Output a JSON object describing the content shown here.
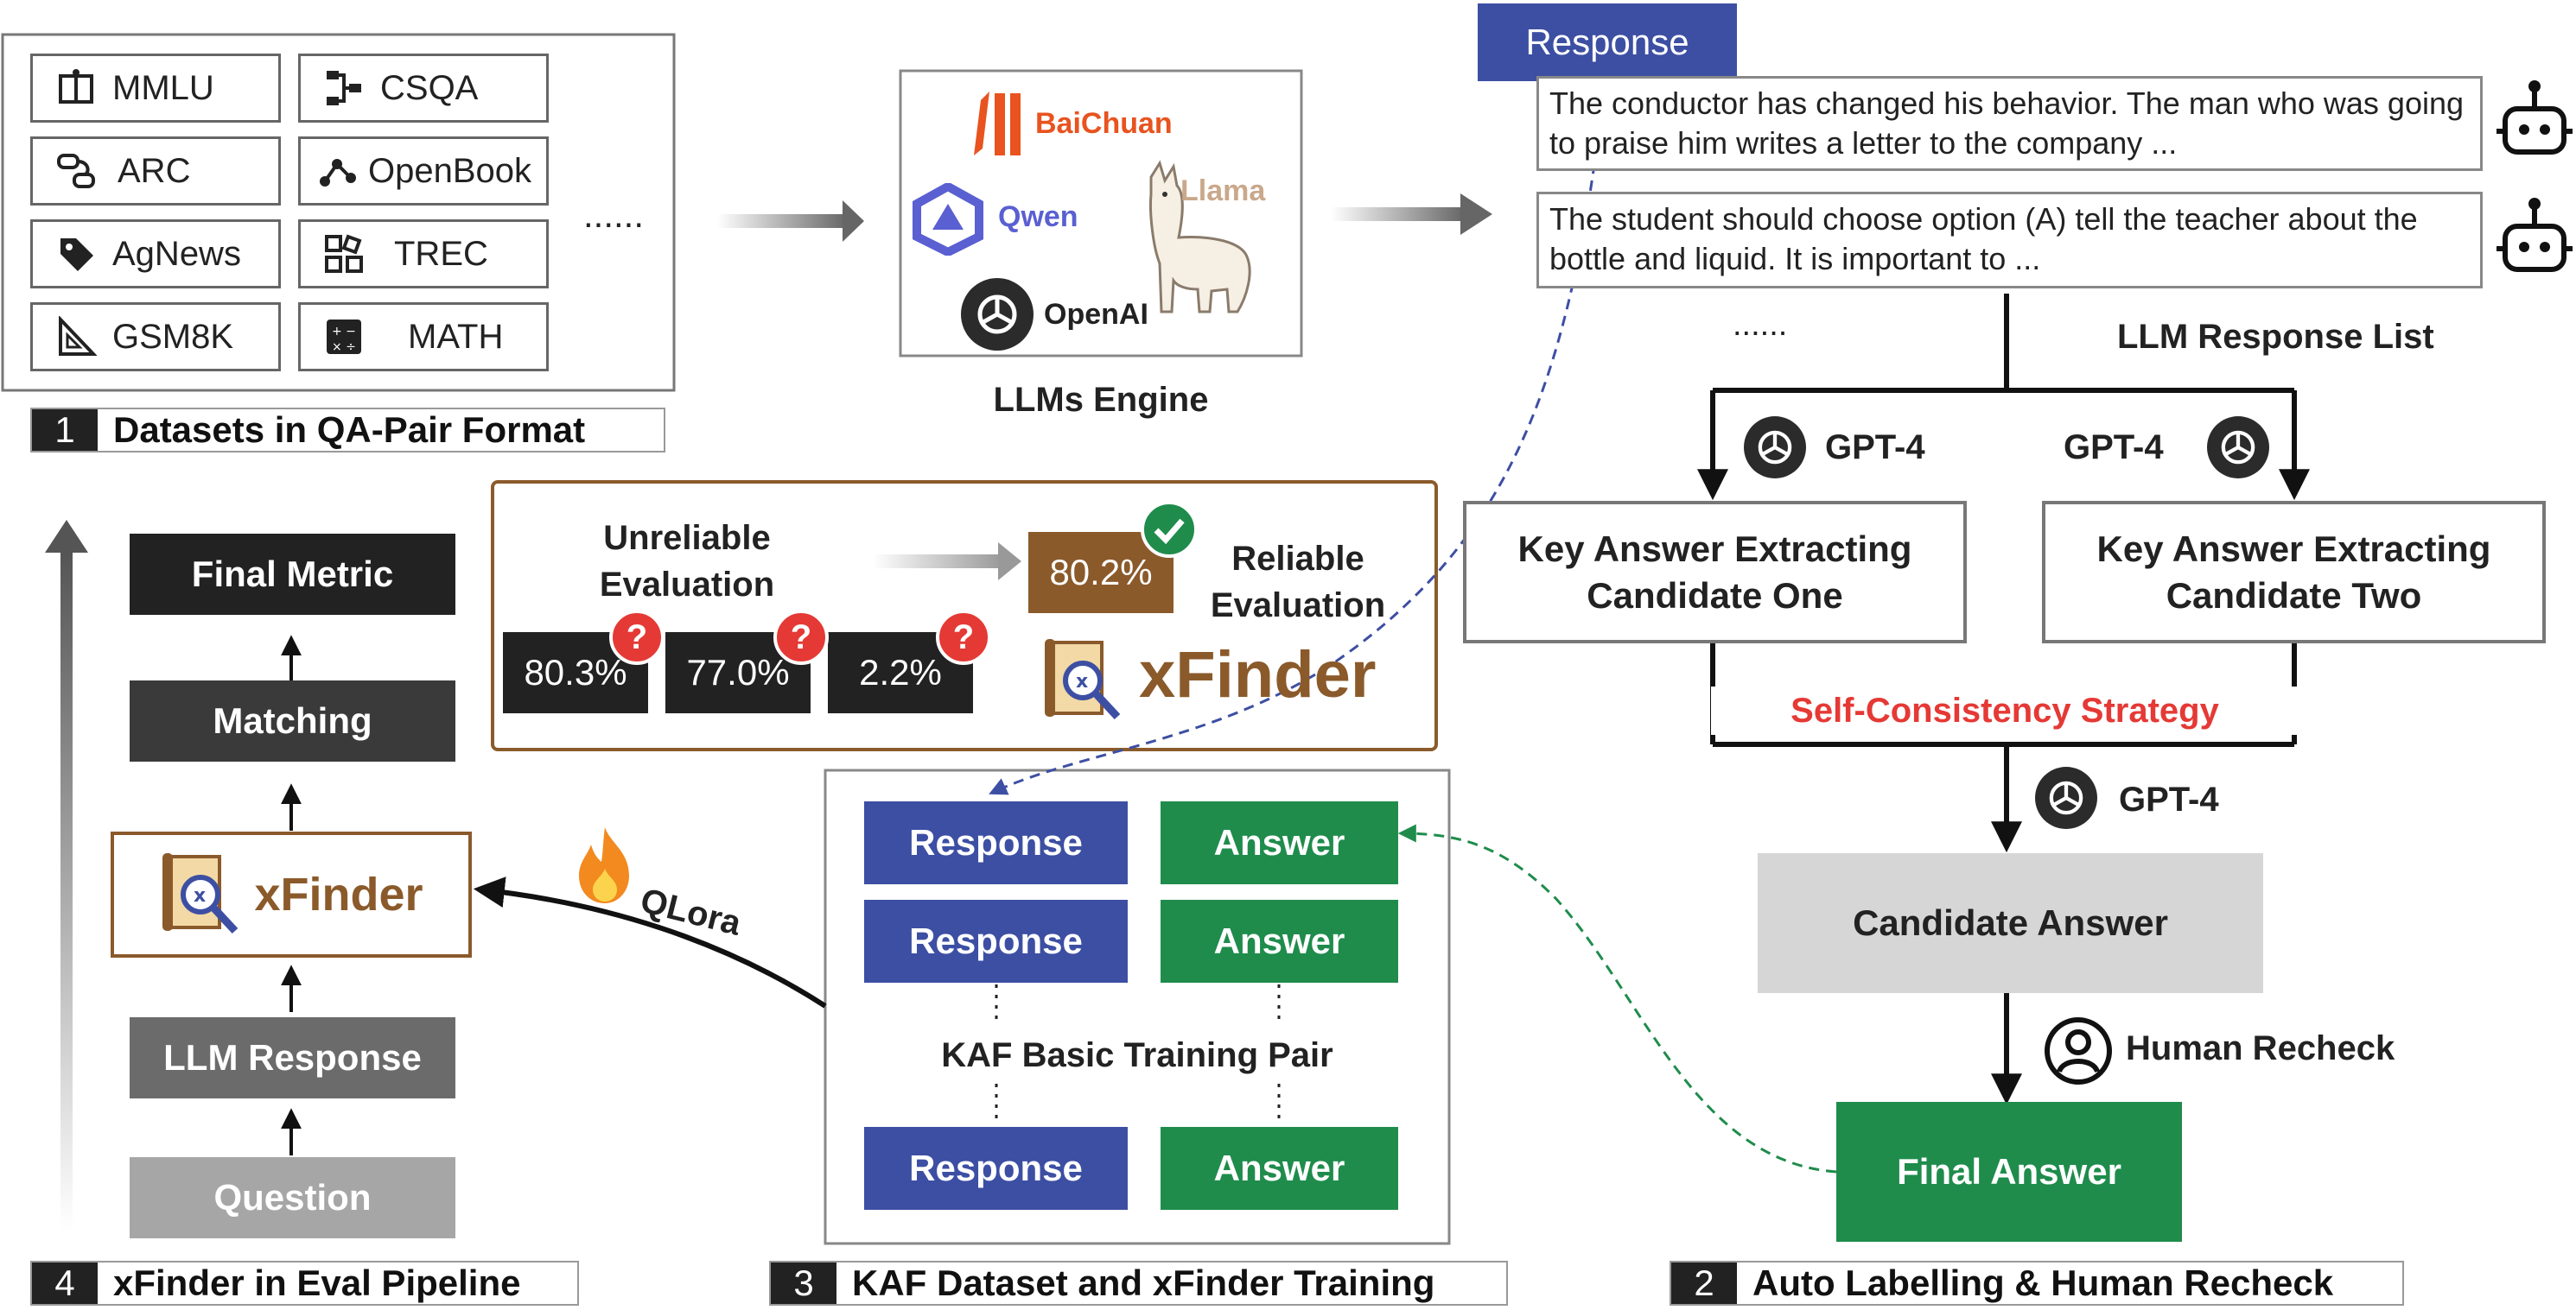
{
  "section1": {
    "num": "1",
    "title": "Datasets in QA-Pair Format",
    "datasets": [
      "MMLU",
      "CSQA",
      "ARC",
      "OpenBook",
      "AgNews",
      "TREC",
      "GSM8K",
      "MATH"
    ],
    "ellipsis": "......"
  },
  "engines": {
    "title": "LLMs Engine",
    "items": [
      "BaiChuan",
      "Qwen",
      "Llama",
      "OpenAI"
    ]
  },
  "responses": {
    "tag": "Response",
    "items": [
      "The conductor has changed his behavior. The man who was going to praise him writes a letter to the company ...",
      "The student should choose option (A) tell the teacher about the bottle and liquid. It is important to ..."
    ],
    "ellipsis": "......",
    "list_label": "LLM Response List"
  },
  "section2": {
    "num": "2",
    "title": "Auto Labelling & Human Recheck",
    "gpt4": "GPT-4",
    "candidate_one": "Key Answer Extracting Candidate One",
    "candidate_two": "Key Answer Extracting Candidate Two",
    "strategy": "Self-Consistency Strategy",
    "candidate_answer": "Candidate Answer",
    "human_recheck": "Human Recheck",
    "final_answer": "Final Answer"
  },
  "evaluation": {
    "unreliable": "Unreliable Evaluation",
    "reliable": "Reliable Evaluation",
    "unreliable_scores": [
      "80.3%",
      "77.0%",
      "2.2%"
    ],
    "reliable_score": "80.2%",
    "qmark": "?",
    "brand": "xFinder"
  },
  "section3": {
    "num": "3",
    "title": "KAF Dataset and xFinder Training",
    "response": "Response",
    "answer": "Answer",
    "pair_label": "KAF Basic Training Pair",
    "qlora": "QLora"
  },
  "section4": {
    "num": "4",
    "title": "xFinder in Eval Pipeline",
    "steps": [
      "Final Metric",
      "Matching",
      "xFinder",
      "LLM Response",
      "Question"
    ]
  },
  "colors": {
    "blue": "#3d4fa3",
    "green": "#1f8c4c",
    "brown": "#8b5a2b",
    "red": "#e53935",
    "dark": "#222222"
  }
}
